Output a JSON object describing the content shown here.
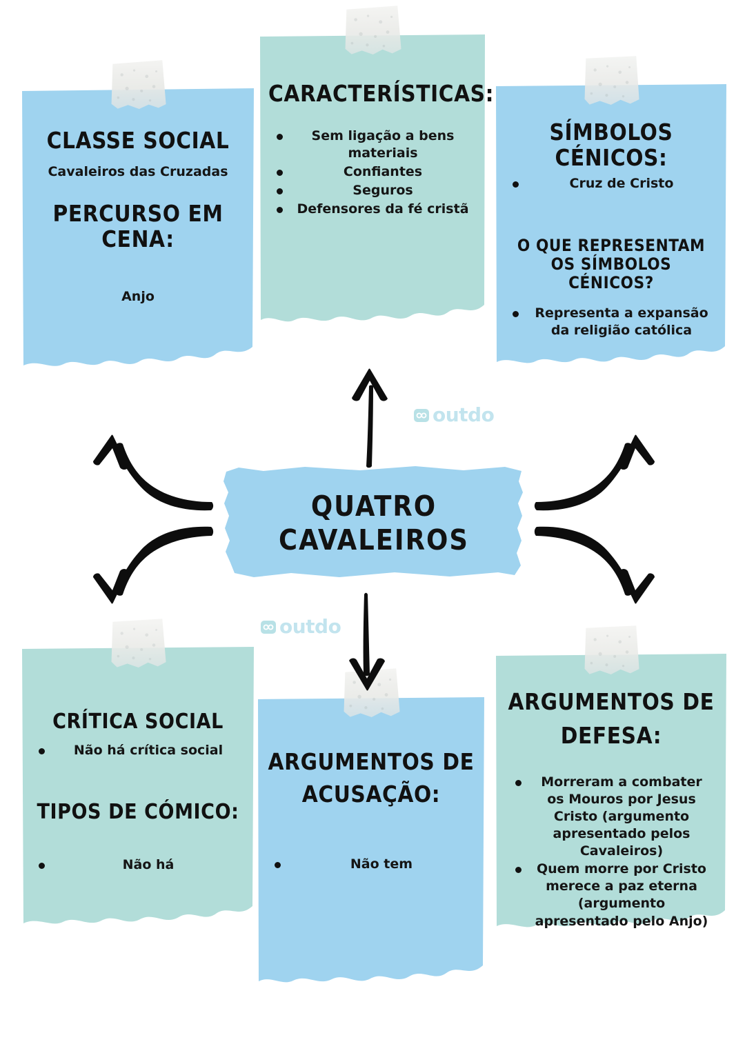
{
  "meta": {
    "title": "Mapa Mental — Quatro Cavaleiros",
    "palette": {
      "blue_card": "#9fd3ef",
      "mint_card": "#b2ddd9",
      "ink": "#121212",
      "background": "#ffffff",
      "watermark": "#9ed4e4"
    }
  },
  "center": {
    "line1": "QUATRO",
    "line2": "CAVALEIROS"
  },
  "watermark": {
    "text": "outdo",
    "icon": "infinity-badge-icon"
  },
  "cards": {
    "classe_social": {
      "heading1": "CLASSE SOCIAL",
      "body1": "Cavaleiros das Cruzadas",
      "heading2": "PERCURSO EM CENA:",
      "body2": "Anjo"
    },
    "caracteristicas": {
      "heading": "CARACTERÍSTICAS:",
      "items": [
        "Sem ligação a bens materiais",
        "Confiantes",
        "Seguros",
        "Defensores da fé cristã"
      ]
    },
    "simbolos_cenicos": {
      "heading1": "SÍMBOLOS CÉNICOS:",
      "items1": [
        "Cruz de Cristo"
      ],
      "heading2": "O QUE REPRESENTAM OS SÍMBOLOS CÉNICOS?",
      "items2": [
        "Representa a expansão da religião católica"
      ]
    },
    "critica_social": {
      "heading1": "CRÍTICA SOCIAL",
      "items1": [
        "Não há crítica social"
      ],
      "heading2": "TIPOS DE CÓMICO:",
      "items2": [
        "Não há"
      ]
    },
    "argumentos_acusacao": {
      "heading_line1": "ARGUMENTOS DE",
      "heading_line2": "ACUSAÇÃO:",
      "items": [
        "Não tem"
      ]
    },
    "argumentos_defesa": {
      "heading_line1": "ARGUMENTOS DE",
      "heading_line2": "DEFESA:",
      "items": [
        "Morreram a combater os Mouros por Jesus Cristo (argumento apresentado pelos Cavaleiros)",
        "Quem morre por Cristo merece a paz eterna (argumento apresentado pelo Anjo)"
      ]
    }
  },
  "arrows": [
    {
      "name": "arrow-center-to-caracteristicas",
      "direction": "up"
    },
    {
      "name": "arrow-center-to-acusacao",
      "direction": "down"
    },
    {
      "name": "arrow-center-to-classe-social",
      "direction": "up-left"
    },
    {
      "name": "arrow-center-to-critica-social",
      "direction": "down-left"
    },
    {
      "name": "arrow-center-to-simbolos-cenicos",
      "direction": "up-right"
    },
    {
      "name": "arrow-center-to-defesa",
      "direction": "down-right"
    }
  ]
}
